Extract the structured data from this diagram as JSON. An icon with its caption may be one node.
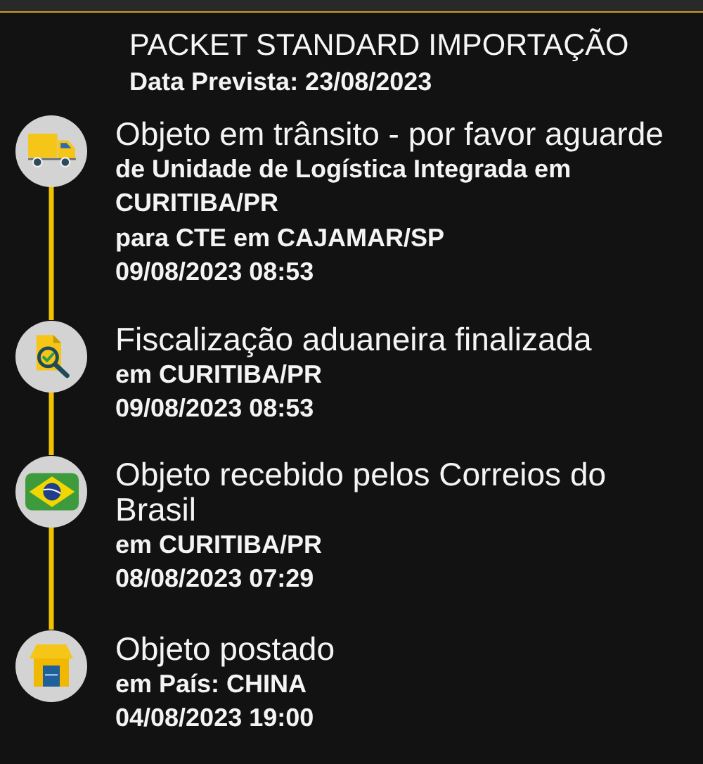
{
  "diagram": {
    "title": "PACKET STANDARD IMPORTAÇÃO",
    "nodes": [
      {
        "text": [],
        "shape": "circle",
        "beside": [
          "Objeto em trânsito - por favor aguarde",
          "de Unidade de Logística Integrada em CURITIBA/PR",
          "para CTE em CAJAMAR/SP",
          "09/08/2023 08:53"
        ]
      },
      {
        "text": [],
        "shape": "circle",
        "beside": [
          "Fiscalização aduaneira finalizada",
          "em CURITIBA/PR",
          "09/08/2023 08:53"
        ]
      },
      {
        "text": [],
        "shape": "circle",
        "beside": [
          "Objeto recebido pelos Correios do Brasil",
          "em CURITIBA/PR",
          "08/08/2023 07:29"
        ]
      },
      {
        "text": [],
        "shape": "circle",
        "beside": [
          "Objeto postado",
          "em País: CHINA",
          "04/08/2023 19:00"
        ]
      }
    ],
    "edges": [
      {
        "from": 0,
        "to": 1,
        "arrow": "none"
      },
      {
        "from": 1,
        "to": 2,
        "arrow": "none"
      },
      {
        "from": 2,
        "to": 3,
        "arrow": "none"
      }
    ],
    "labels": [
      "Data Prevista: 23/08/2023"
    ]
  }
}
